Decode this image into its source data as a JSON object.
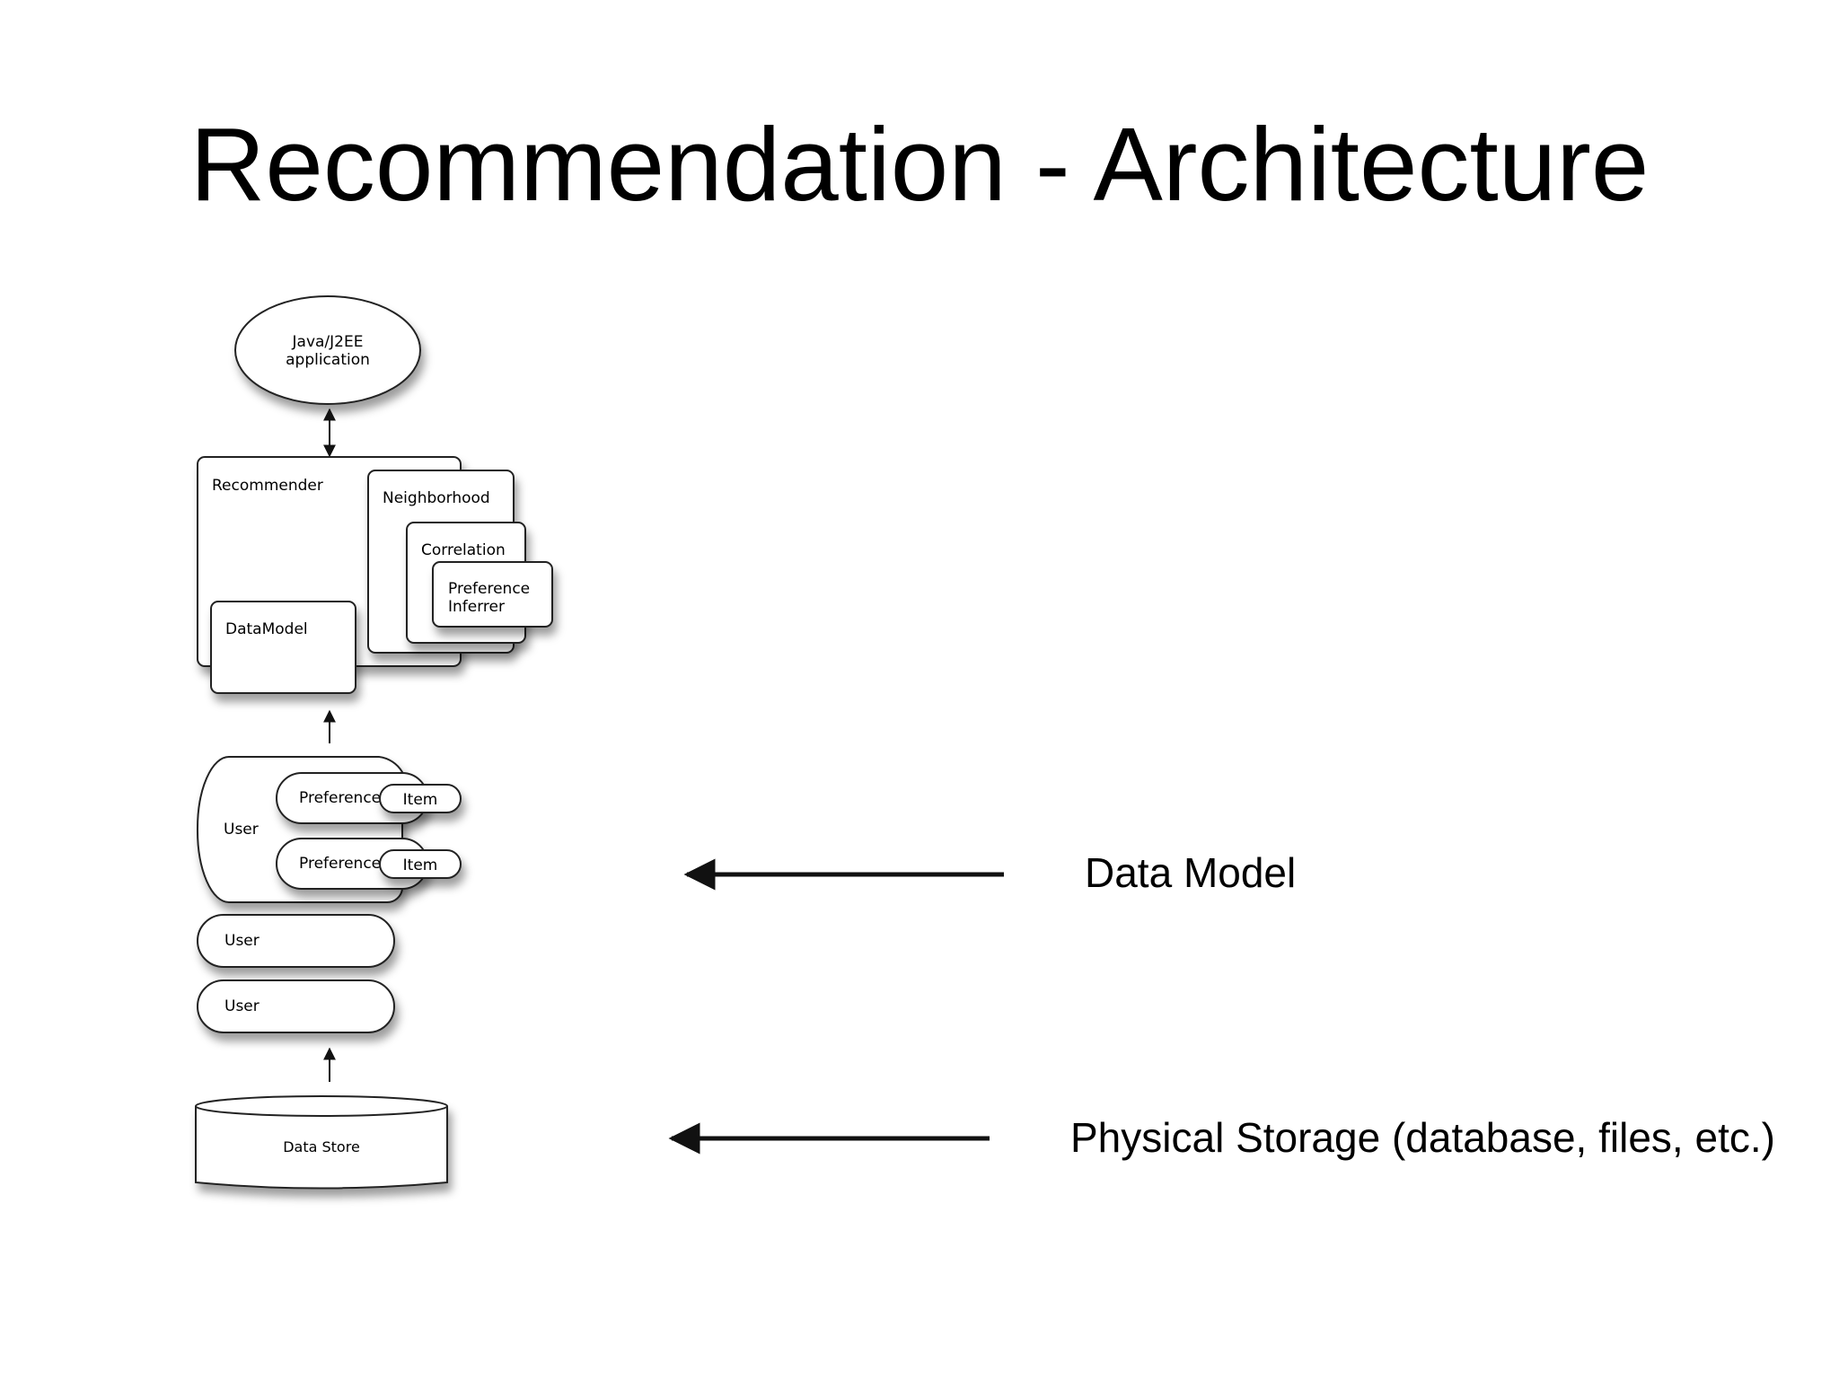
{
  "slide": {
    "title": "Recommendation - Architecture"
  },
  "diagram": {
    "app_node": {
      "line1": "Java/J2EE",
      "line2": "application"
    },
    "recommender": "Recommender",
    "neighborhood": "Neighborhood",
    "correlation": "Correlation",
    "preference_inferrer": {
      "line1": "Preference",
      "line2": "Inferrer"
    },
    "datamodel": "DataModel",
    "user_group": {
      "user": "User",
      "rows": [
        {
          "preference": "Preference",
          "item": "Item"
        },
        {
          "preference": "Preference",
          "item": "Item"
        }
      ]
    },
    "users": [
      "User",
      "User"
    ],
    "data_store": "Data Store"
  },
  "captions": {
    "data_model": "Data Model",
    "physical_storage": "Physical Storage (database, files, etc.)"
  }
}
